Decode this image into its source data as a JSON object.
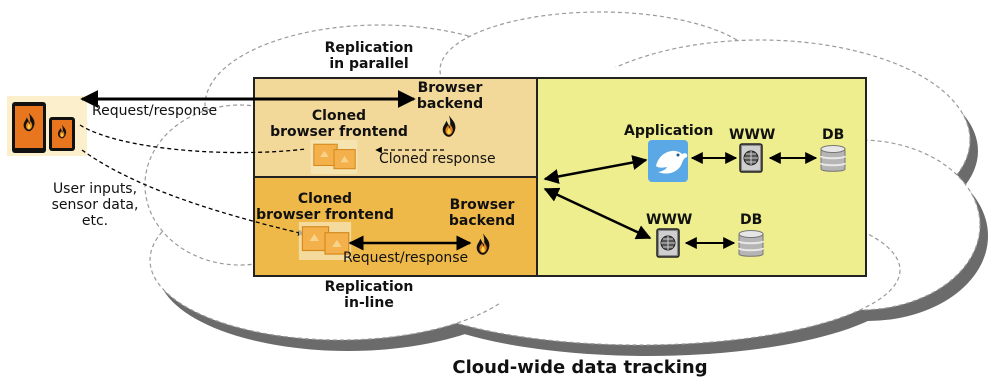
{
  "title": "Cloud-wide data tracking",
  "replication_parallel": {
    "line1": "Replication",
    "line2": "in parallel"
  },
  "replication_inline": {
    "line1": "Replication",
    "line2": "in-line"
  },
  "top_panel": {
    "backend_line1": "Browser",
    "backend_line2": "backend",
    "frontend_line1": "Cloned",
    "frontend_line2": "browser frontend",
    "cloned_response": "Cloned response"
  },
  "bottom_panel": {
    "frontend_line1": "Cloned",
    "frontend_line2": "browser frontend",
    "backend_line1": "Browser",
    "backend_line2": "backend",
    "request_response": "Request/response"
  },
  "client": {
    "request_response": "Request/response",
    "inputs_line1": "User inputs,",
    "inputs_line2": "sensor data,",
    "inputs_line3": "etc."
  },
  "services": {
    "application": "Application",
    "www_top": "WWW",
    "db_top": "DB",
    "www_bottom": "WWW",
    "db_bottom": "DB"
  },
  "colors": {
    "top_panel": "#f3d999",
    "bottom_panel": "#efb949",
    "right_panel": "#eeee8e",
    "cloud_fill": "#ffffff",
    "cloud_shadow": "#6b6b6b",
    "flame": "#e0801a",
    "app_bird": "#5aa8e6"
  },
  "icons": [
    "tablet-icon",
    "phone-icon",
    "flame-icon",
    "browser-window-icon",
    "bird-icon",
    "web-server-icon",
    "database-icon"
  ]
}
